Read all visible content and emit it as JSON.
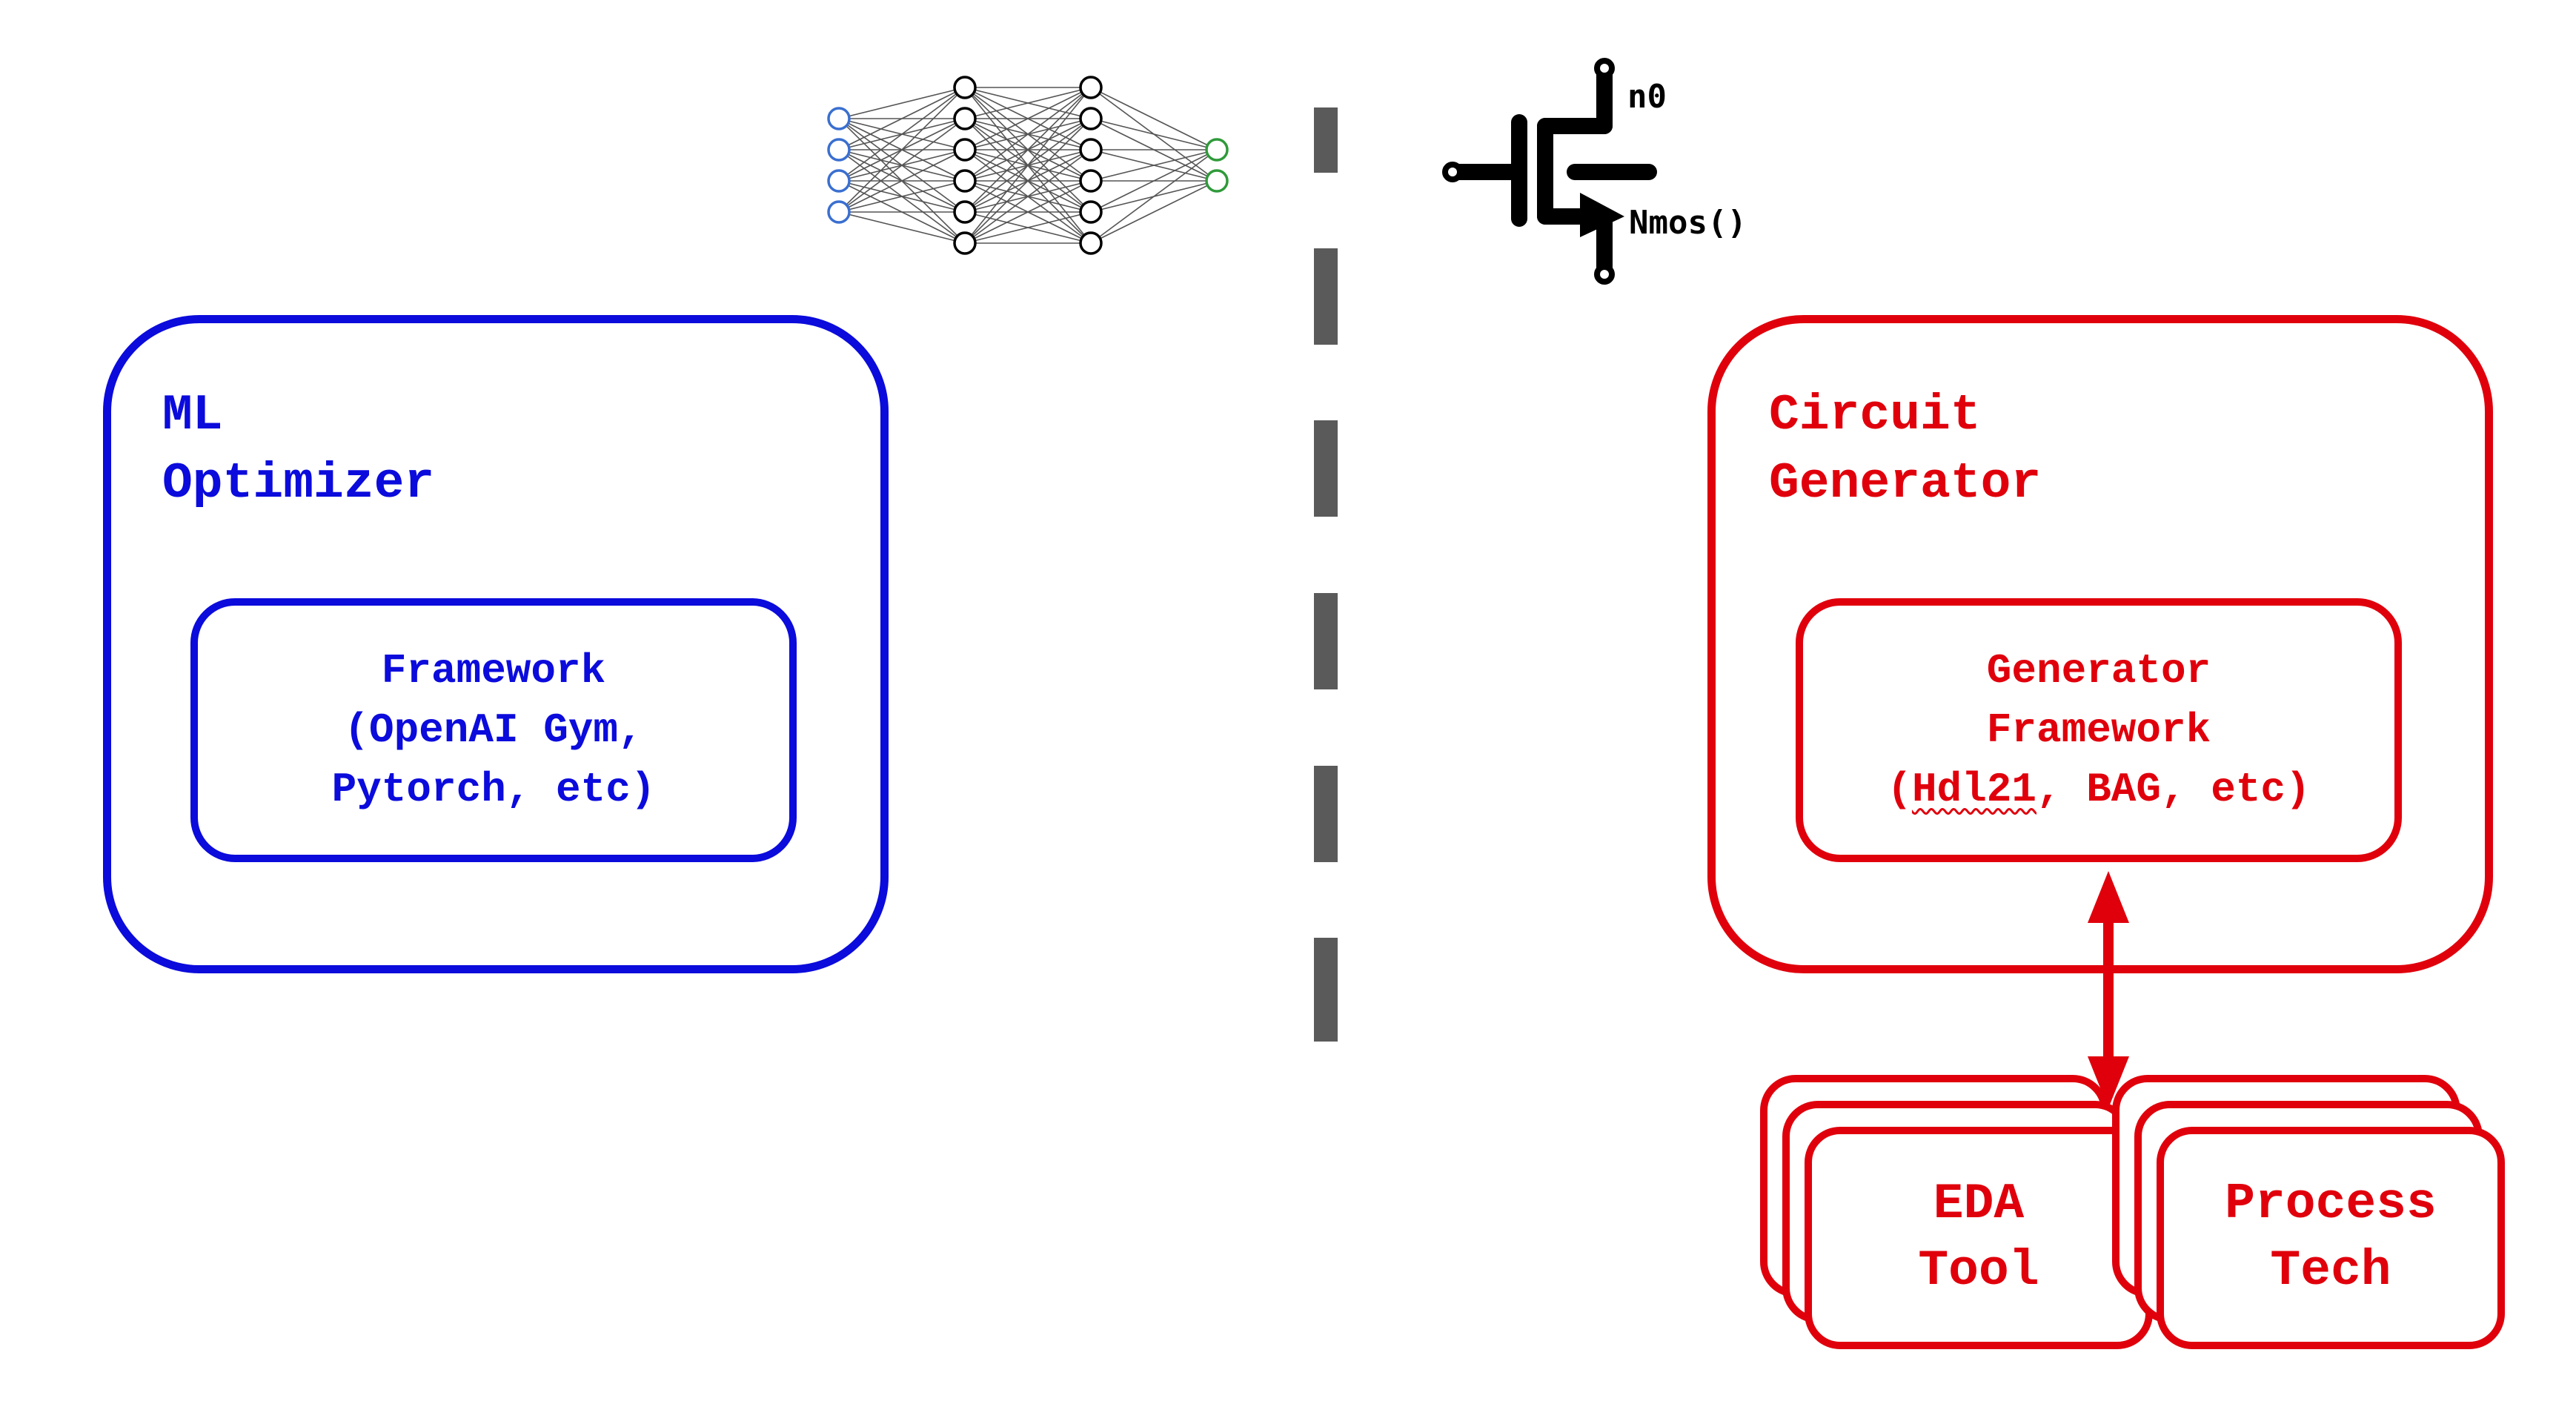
{
  "ml_optimizer": {
    "title": "ML\nOptimizer",
    "framework_line1": "Framework",
    "framework_line2": "(OpenAI Gym,",
    "framework_line3": "Pytorch, etc)",
    "color": "#0b0bdc"
  },
  "circuit_generator": {
    "title": "Circuit\nGenerator",
    "framework_line1": "Generator",
    "framework_line2": "Framework",
    "framework_line3_open": "(",
    "framework_line3_hdl": "Hdl21",
    "framework_line3_rest": ", BAG, etc)",
    "color": "#e0000c"
  },
  "tools": {
    "eda_tool": "EDA\nTool",
    "process_tech": "Process\nTech"
  },
  "transistor": {
    "node_label": "n0",
    "device_label": "Nmos()"
  },
  "icons": {
    "neural_network": "neural-network-icon",
    "transistor": "nmos-transistor-icon",
    "arrow": "double-arrow"
  },
  "colors": {
    "divider": "#5a5a5a",
    "nn_input": "#3a6fd0",
    "nn_output": "#2f9a3a"
  }
}
